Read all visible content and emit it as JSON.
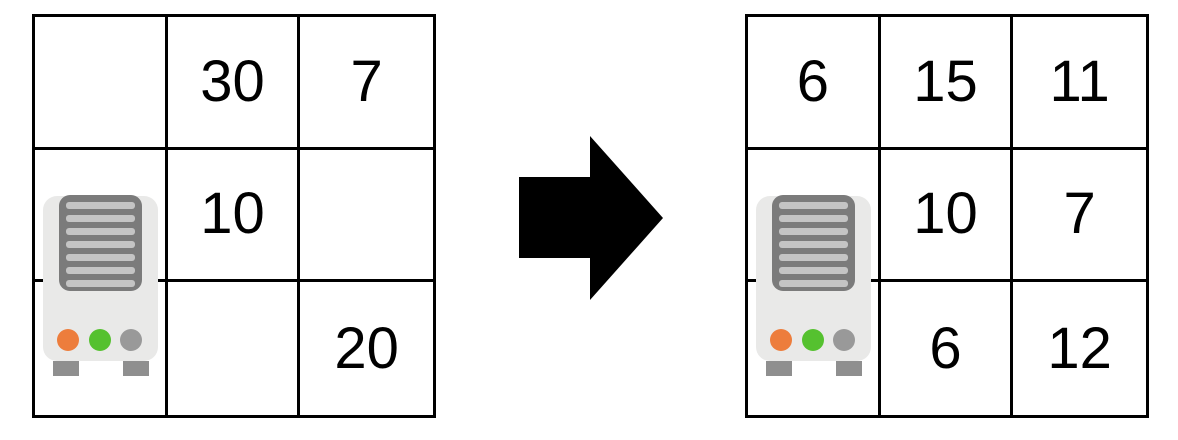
{
  "diagram": {
    "title": "grid-transformation-before-after",
    "left_grid": {
      "rows": [
        [
          "",
          "30",
          "7"
        ],
        [
          "",
          "10",
          ""
        ],
        [
          "",
          "",
          "20"
        ]
      ]
    },
    "right_grid": {
      "rows": [
        [
          "6",
          "15",
          "11"
        ],
        [
          "",
          "10",
          "7"
        ],
        [
          "",
          "6",
          "12"
        ]
      ]
    },
    "arrow_icon": "right-arrow-icon",
    "device_icon": "server-icon"
  },
  "colors": {
    "background": "#ffffff",
    "grid_line": "#000000",
    "text": "#000000",
    "arrow": "#000000",
    "icon_body": "#e9e9e8",
    "icon_vent_frame": "#7b7b7b",
    "icon_vent_stripe": "#c4c4c4",
    "icon_dot_orange": "#ed7d3c",
    "icon_dot_green": "#55c12f",
    "icon_dot_gray": "#999999",
    "icon_feet": "#8f8f8f"
  }
}
